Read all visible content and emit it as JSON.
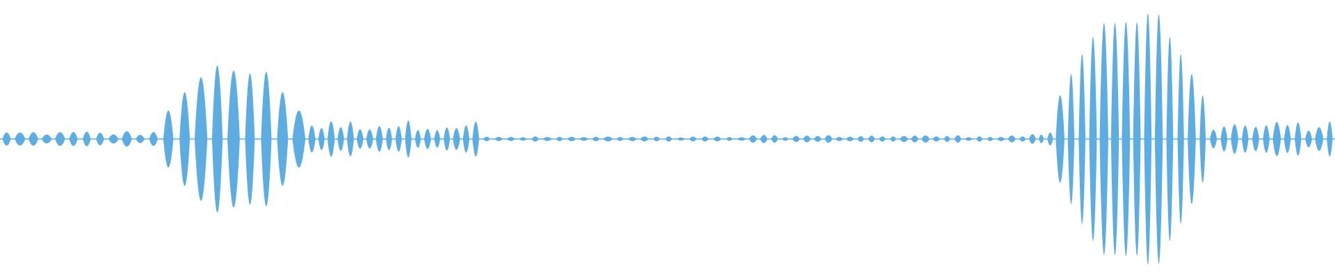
{
  "waveform": {
    "color": "#5dade2",
    "background": "#ffffff",
    "duration_fraction_segments": [
      {
        "id": "seg-1",
        "start": 0.0,
        "end": 0.12,
        "peak": 0.06,
        "pulse_count": 12
      },
      {
        "id": "seg-2",
        "start": 0.12,
        "end": 0.23,
        "peak": 0.55,
        "pulse_count": 9
      },
      {
        "id": "seg-3",
        "start": 0.23,
        "end": 0.36,
        "peak": 0.14,
        "pulse_count": 18
      },
      {
        "id": "seg-4",
        "start": 0.36,
        "end": 0.56,
        "peak": 0.02,
        "pulse_count": 22
      },
      {
        "id": "seg-5",
        "start": 0.56,
        "end": 0.77,
        "peak": 0.03,
        "pulse_count": 26
      },
      {
        "id": "seg-6",
        "start": 0.77,
        "end": 0.79,
        "peak": 0.05,
        "pulse_count": 3
      },
      {
        "id": "seg-7",
        "start": 0.79,
        "end": 0.905,
        "peak": 0.96,
        "pulse_count": 14
      },
      {
        "id": "seg-8",
        "start": 0.905,
        "end": 1.0,
        "peak": 0.13,
        "pulse_count": 12
      }
    ]
  }
}
